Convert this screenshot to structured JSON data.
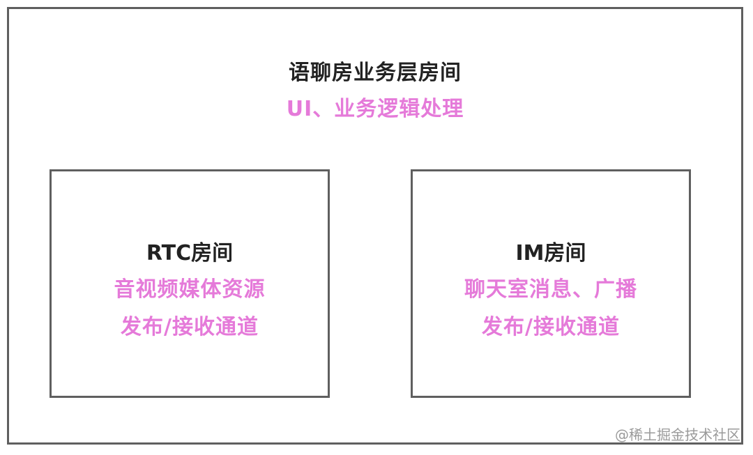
{
  "outer": {
    "title": "语聊房业务层房间",
    "subtitle": "UI、业务逻辑处理"
  },
  "rtc_room": {
    "title": "RTC房间",
    "line1": "音视频媒体资源",
    "line2": "发布/接收通道"
  },
  "im_room": {
    "title": "IM房间",
    "line1": "聊天室消息、广播",
    "line2": "发布/接收通道"
  },
  "watermark": "@稀土掘金技术社区",
  "colors": {
    "border": "#5f5f5f",
    "title_text": "#222222",
    "accent_text": "#e57ad9"
  }
}
